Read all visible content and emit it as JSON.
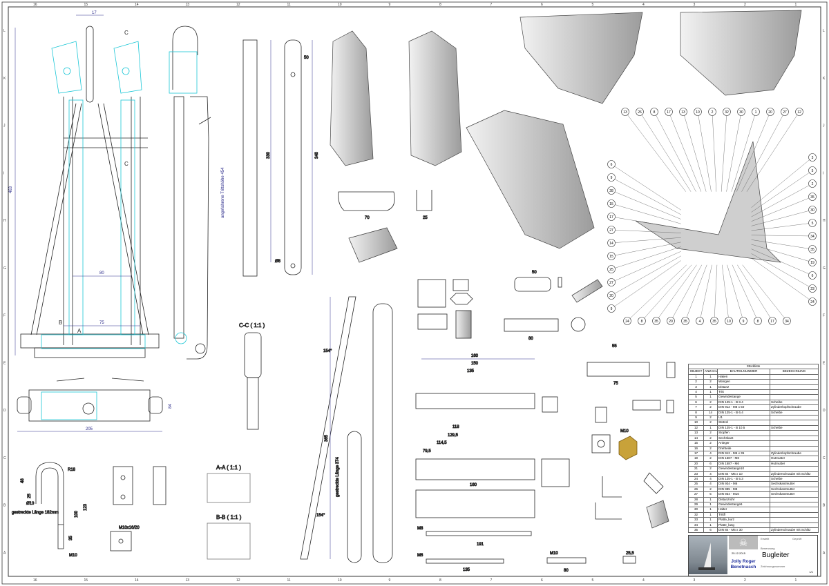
{
  "border": {
    "columns": [
      "16",
      "15",
      "14",
      "13",
      "12",
      "11",
      "10",
      "9",
      "8",
      "7",
      "6",
      "5",
      "4",
      "3",
      "2",
      "1"
    ],
    "rows": [
      "L",
      "K",
      "J",
      "I",
      "H",
      "G",
      "F",
      "E",
      "D",
      "C",
      "B",
      "A"
    ]
  },
  "views": {
    "section_c_marker": "C",
    "section_a_marker": "A",
    "section_b_marker": "B",
    "section_cc": "C-C ( 1:1 )",
    "section_aa": "A-A ( 1:1 )",
    "section_bb": "B-B ( 1:1 )",
    "hook_note": "gestreckte Länge 182mm",
    "step_height_note": "angefahrene Trittshöhe 454",
    "strut_length_note": "gestreckte Länge 374"
  },
  "dimensions": {
    "overall_height": "463",
    "top_width": "17",
    "inner_width": "80",
    "base_width": "75",
    "top_plan_width": "205",
    "top_plan_depth": "84",
    "rail_length_a": "330",
    "rail_length_b": "340",
    "rail_offset": "50",
    "rail_hole": "Ø8",
    "strut_length": "365",
    "angle_a": "154°",
    "angle_b": "154°",
    "hook_r": "R18",
    "hook_h": "123",
    "hook_l": "100",
    "hook_thread": "M10",
    "hook_thread_len": "35",
    "hook_top": "48",
    "hook_leg": "25",
    "hook_d": "Ø10",
    "plate_long": "160",
    "plate_150": "150",
    "plate_135": "135",
    "plate_118": "118",
    "plate_129": "129,5",
    "plate_114": "114,5",
    "plate_79": "79,5",
    "bar_191": "191",
    "bar_135": "135",
    "bar_80": "80",
    "bolt_m6": "M6",
    "bolt_m8": "M8",
    "bolt_m10": "M10",
    "hex_note": "M10x16/20",
    "block_70": "70",
    "u_25": "25",
    "plate_50": "50",
    "plate_55": "55",
    "plate_75": "75",
    "spacer_80": "80",
    "square_m10": "M10",
    "nut_25_5": "25,5"
  },
  "balloons_top": [
    "13",
    "26",
    "8",
    "17",
    "13",
    "10",
    "2",
    "32",
    "30",
    "1",
    "20",
    "27",
    "12"
  ],
  "balloons_left": [
    "6",
    "9",
    "28",
    "15",
    "17",
    "27",
    "14",
    "15",
    "25",
    "27",
    "20",
    "9"
  ],
  "balloons_bottom": [
    "24",
    "8",
    "35",
    "20",
    "35",
    "4",
    "35",
    "10",
    "9",
    "8",
    "17",
    "34"
  ],
  "balloons_right": [
    "3",
    "5",
    "2",
    "35",
    "30",
    "5",
    "34",
    "35",
    "19",
    "6",
    "23",
    "24"
  ],
  "parts_list": {
    "title": "Stückliste",
    "headers": [
      "OBJEKT",
      "ANZAHL",
      "BAUTEILNUMMER",
      "BEZEICHNUNG"
    ],
    "rows": [
      [
        "1",
        "1",
        "Haken",
        ""
      ],
      [
        "2",
        "2",
        "Wangen",
        ""
      ],
      [
        "3",
        "1",
        "Distanz",
        ""
      ],
      [
        "4",
        "1",
        "Tritt",
        ""
      ],
      [
        "5",
        "1",
        "Gewindestange",
        ""
      ],
      [
        "6",
        "2",
        "DIN 125-1 - B 8.4",
        "Scheibe"
      ],
      [
        "7",
        "2",
        "DIN 912 - M8 x 50",
        "Zylinderkopfschraube"
      ],
      [
        "8",
        "14",
        "DIN 125-1 - B 6.4",
        "Scheibe"
      ],
      [
        "9",
        "2",
        "U1",
        ""
      ],
      [
        "10",
        "2",
        "Stützel",
        ""
      ],
      [
        "12",
        "1",
        "DIN 125-1 - B 10.5",
        "Scheibe"
      ],
      [
        "13",
        "2",
        "Stopfen",
        ""
      ],
      [
        "14",
        "2",
        "Sechskant",
        ""
      ],
      [
        "15",
        "2",
        "Anleger",
        ""
      ],
      [
        "16",
        "2",
        "Drehteile",
        ""
      ],
      [
        "17",
        "4",
        "DIN 912 - M6 x 35",
        "Zylinderkopfschraube"
      ],
      [
        "19",
        "2",
        "DIN 1587 - M8",
        "Hutmutter"
      ],
      [
        "20",
        "6",
        "DIN 1587 - M6",
        "Hutmutter"
      ],
      [
        "21",
        "2",
        "Gewindestange10",
        ""
      ],
      [
        "23",
        "4",
        "DIN 84 - M5 x 10",
        "Zylinderschraube mit Schlitz"
      ],
      [
        "24",
        "4",
        "DIN 125-1 - B 5.3",
        "Scheibe"
      ],
      [
        "25",
        "4",
        "DIN 934 - M6",
        "Sechskantmutter"
      ],
      [
        "26",
        "2",
        "DIN 985 - M8",
        "Sechskantmutter"
      ],
      [
        "27",
        "5",
        "DIN 934 - M10",
        "Sechskantmutter"
      ],
      [
        "28",
        "1",
        "Distanzrohr",
        ""
      ],
      [
        "29",
        "1",
        "Gewindestange6",
        ""
      ],
      [
        "30",
        "1",
        "Halter",
        ""
      ],
      [
        "32",
        "1",
        "Trittfl",
        ""
      ],
      [
        "33",
        "1",
        "Platte_kurz",
        ""
      ],
      [
        "34",
        "1",
        "Platte_lang",
        ""
      ],
      [
        "35",
        "6",
        "DIN 84 - M5 x 30",
        "Zylinderschraube mit Schlitz"
      ]
    ]
  },
  "title_block": {
    "title": "Bugleiter",
    "brand_line1": "Jolly Roger",
    "brand_line2": "Benetnasch",
    "sheet": "1/1",
    "date": "25.12.2015",
    "field_author": "Erstellt",
    "field_checked": "Geprüft",
    "field_title": "Benennung",
    "field_number": "Zeichnungsnummer"
  },
  "colors": {
    "line": "#222222",
    "cyan": "#19c6d6",
    "dim": "#2a2a8a",
    "render": "#b8b8b8"
  }
}
